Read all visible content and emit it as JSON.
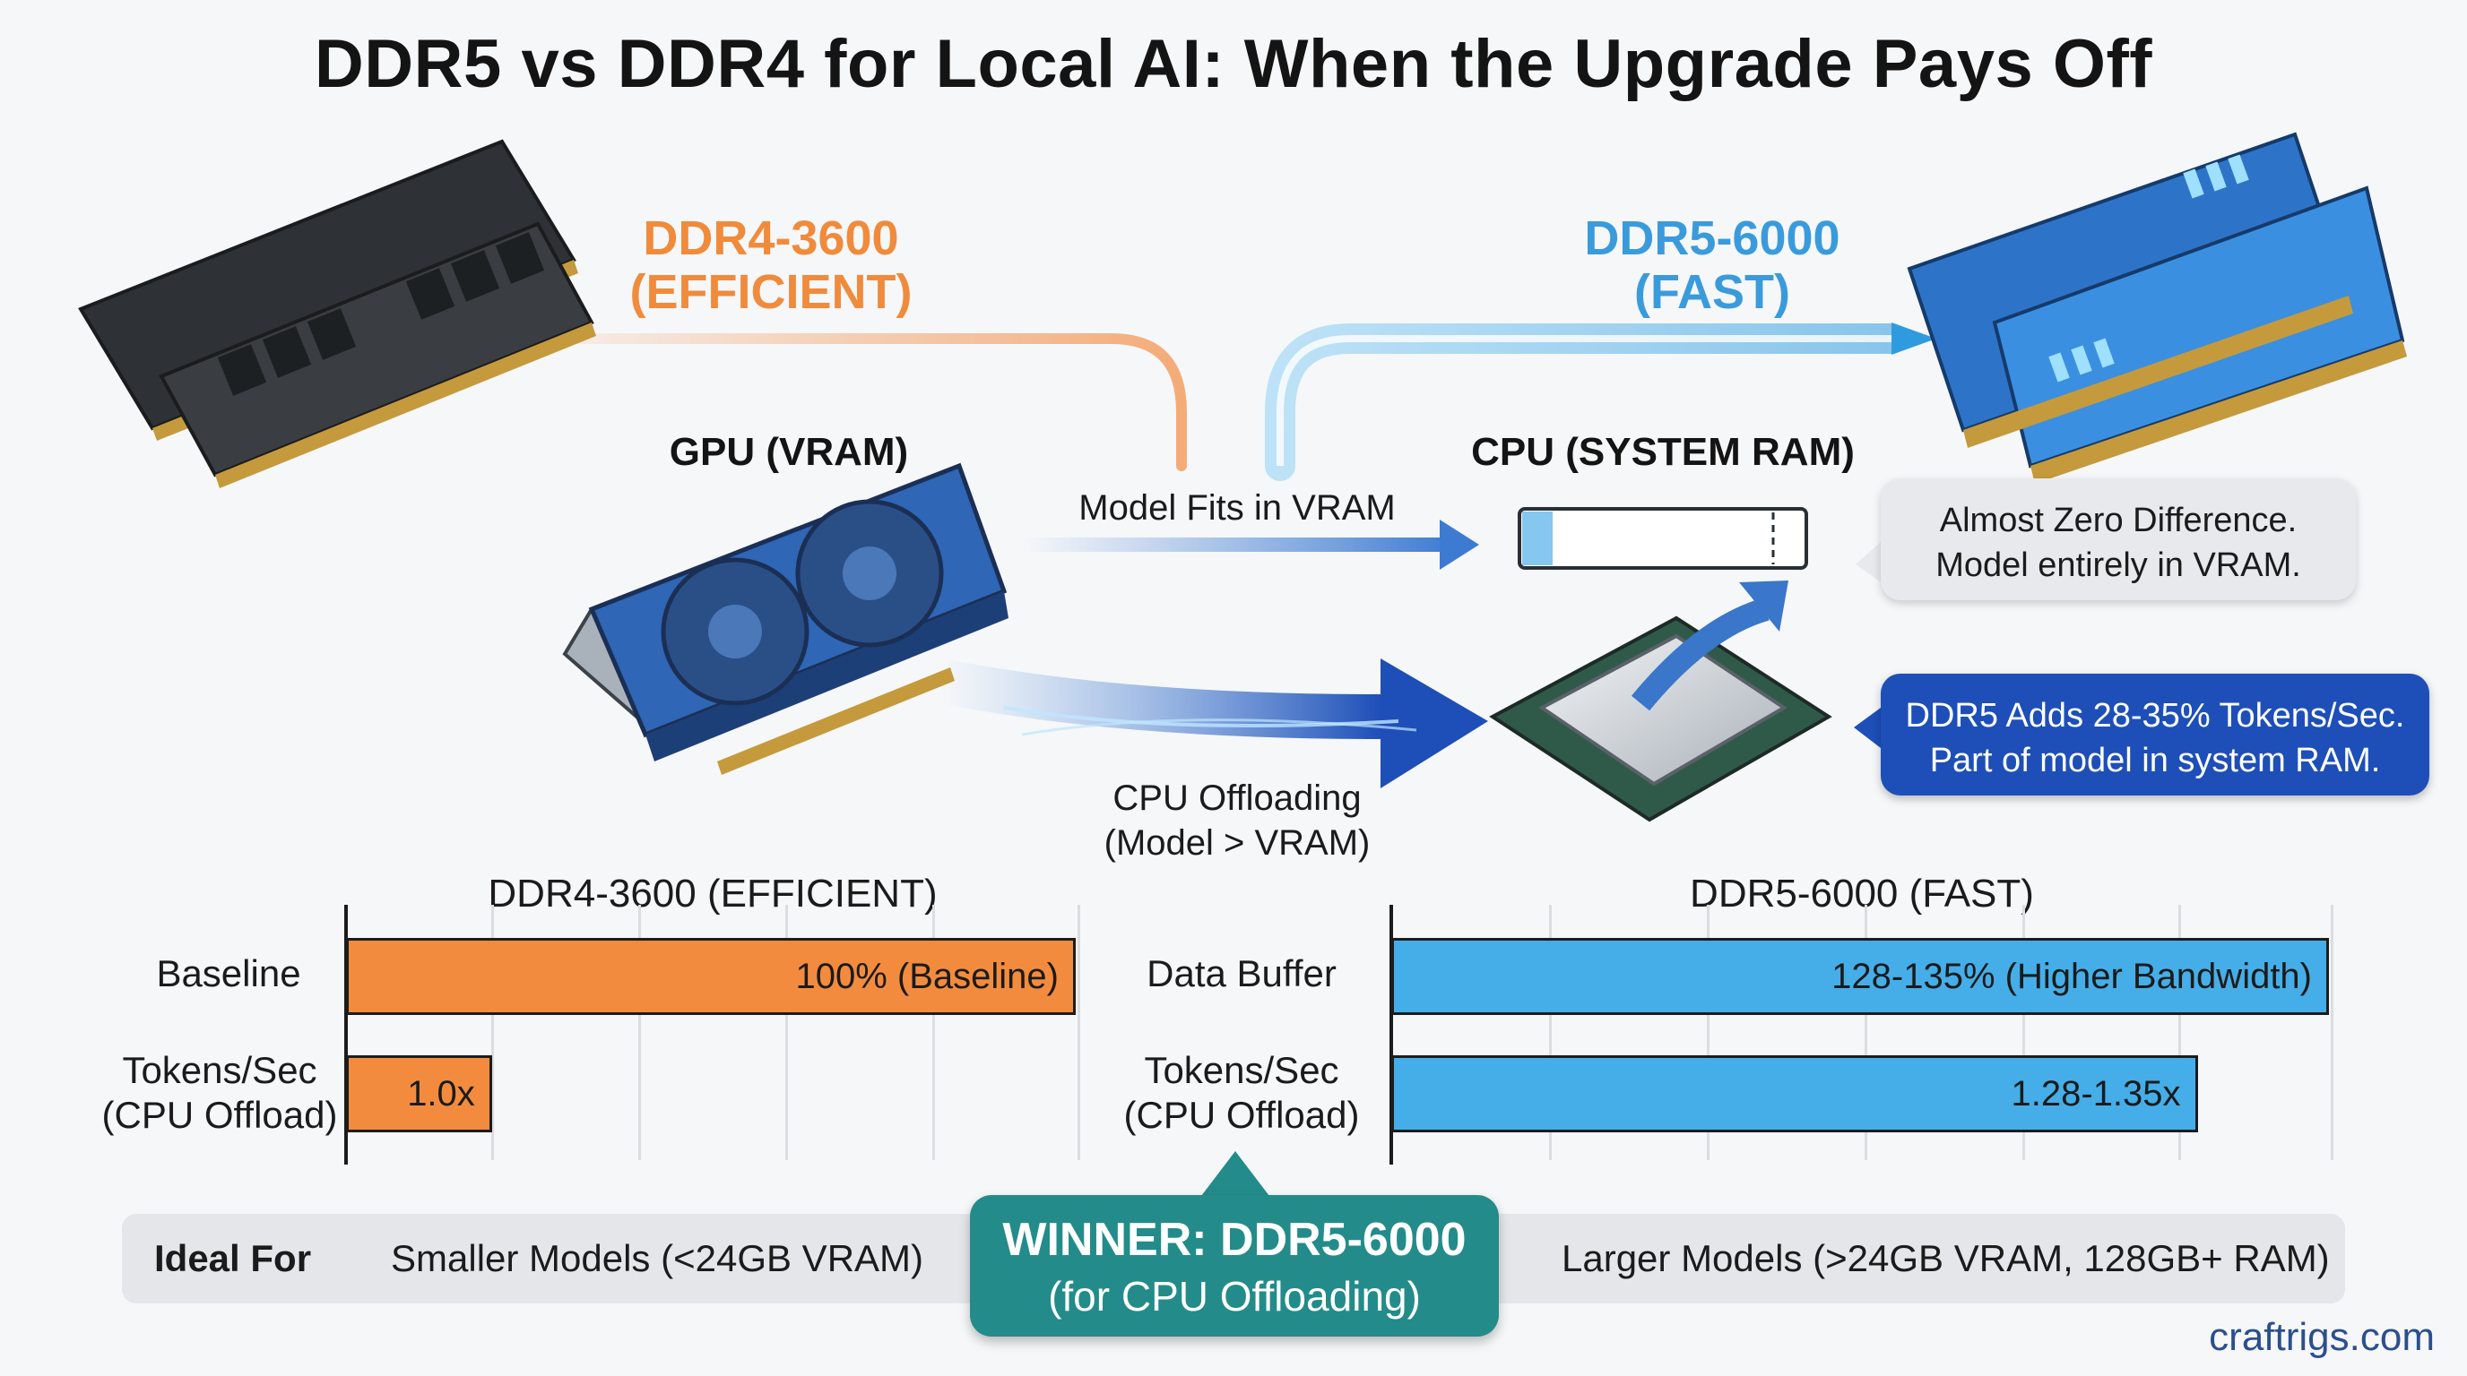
{
  "title": "DDR5 vs DDR4 for Local AI: When the Upgrade Pays Off",
  "ddr4_label": {
    "line1": "DDR4-3600",
    "line2": "(EFFICIENT)"
  },
  "ddr5_label": {
    "line1": "DDR5-6000",
    "line2": "(FAST)"
  },
  "gpu_label": "GPU (VRAM)",
  "cpu_label": "CPU (SYSTEM RAM)",
  "flow_fits": "Model Fits in VRAM",
  "flow_offload": {
    "line1": "CPU Offloading",
    "line2": "(Model > VRAM)"
  },
  "bubble_zero": {
    "line1": "Almost Zero Difference.",
    "line2": "Model entirely in VRAM."
  },
  "bubble_ddr5": {
    "line1": "DDR5 Adds 28-35% Tokens/Sec.",
    "line2": "Part of model in system RAM."
  },
  "colors": {
    "ddr4": "#f38b3e",
    "ddr5": "#45aee8",
    "winner": "#238c8a",
    "bubble_blue": "#1e4fb8"
  },
  "chart_data": [
    {
      "type": "bar",
      "title": "DDR4-3600 (EFFICIENT)",
      "rows": [
        {
          "label": "Baseline",
          "value_label": "100% (Baseline)",
          "value": 1.0
        },
        {
          "label_line1": "Tokens/Sec",
          "label_line2": "(CPU Offload)",
          "value_label": "1.0x",
          "value": 0.2
        }
      ]
    },
    {
      "type": "bar",
      "title": "DDR5-6000 (FAST)",
      "rows": [
        {
          "label": "Data Buffer",
          "value_label": "128-135% (Higher Bandwidth)",
          "value": 1.0
        },
        {
          "label_line1": "Tokens/Sec",
          "label_line2": "(CPU Offload)",
          "value_label": "1.28-1.35x",
          "value": 0.86
        }
      ]
    }
  ],
  "ideal_for": {
    "label": "Ideal For",
    "ddr4": "Smaller Models (<24GB VRAM)",
    "ddr5": "Larger Models (>24GB VRAM, 128GB+ RAM)"
  },
  "winner": {
    "line1": "WINNER: DDR5-6000",
    "line2": "(for CPU Offloading)"
  },
  "brand": "craftrigs.com",
  "icons": [
    "ddr4-ram-icon",
    "ddr5-ram-icon",
    "gpu-icon",
    "cpu-chip-icon",
    "ram-slot-icon"
  ]
}
